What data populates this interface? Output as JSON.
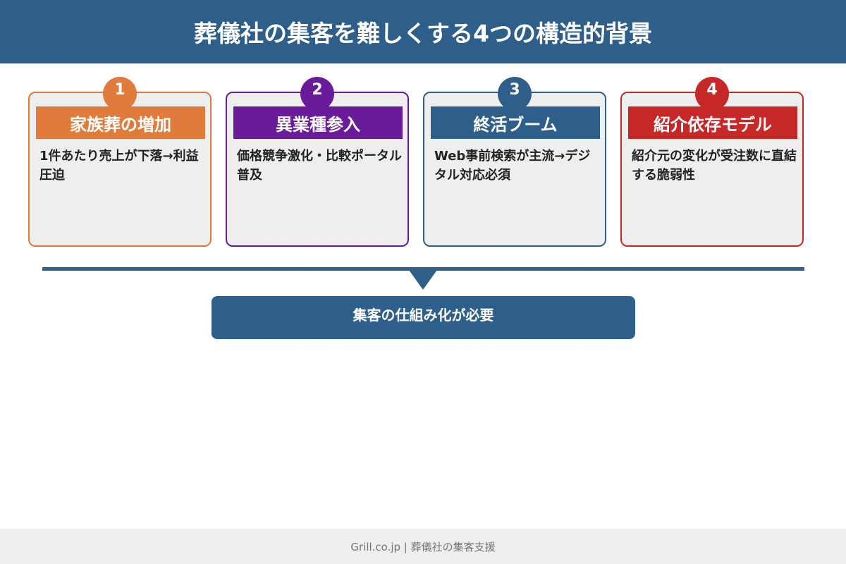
{
  "header": {
    "title": "葬儀社の集客を難しくする4つの構造的背景"
  },
  "cards": [
    {
      "number": "1",
      "title": "家族葬の増加",
      "text": "1件あたり売上が下落→利益圧迫",
      "color": "#e07b3c"
    },
    {
      "number": "2",
      "title": "異業種参入",
      "text": "価格競争激化・比較ポータル普及",
      "color": "#6a1b9a"
    },
    {
      "number": "3",
      "title": "終活ブーム",
      "text": "Web事前検索が主流→デジタル対応必須",
      "color": "#2e5f8a"
    },
    {
      "number": "4",
      "title": "紹介依存モデル",
      "text": "紹介元の変化が受注数に直結する脆弱性",
      "color": "#c62828"
    }
  ],
  "conclusion": {
    "text": "集客の仕組み化が必要"
  },
  "footer": {
    "text": "Grill.co.jp | 葬儀社の集客支援"
  },
  "colors": {
    "primary": "#2e5f8a",
    "card_bg": "#eeeeee",
    "footer_bg": "#eeeeee"
  }
}
